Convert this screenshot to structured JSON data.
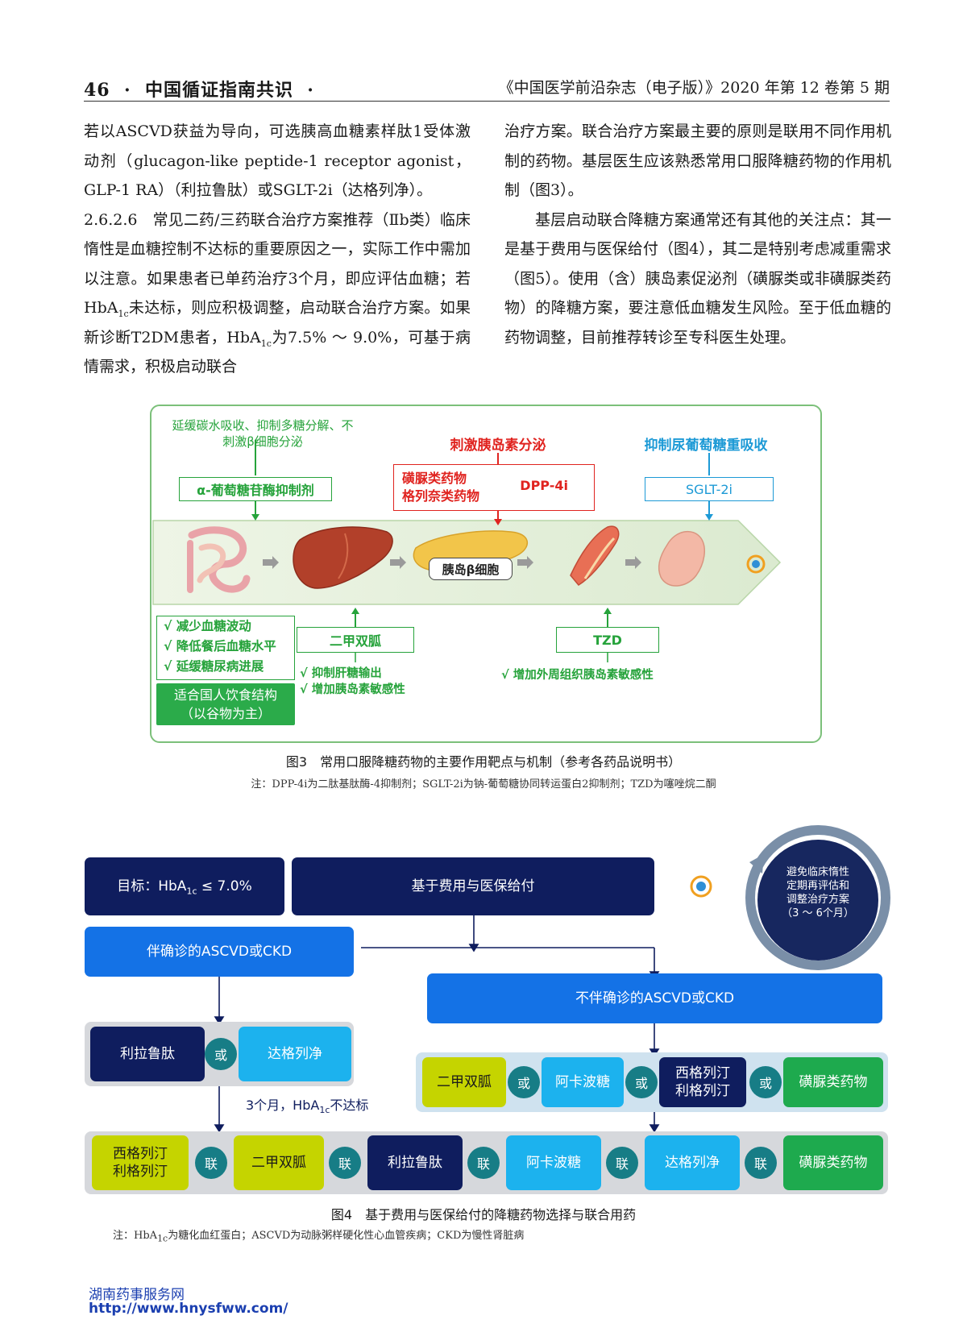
{
  "header": {
    "page_number": "46",
    "section": "中国循证指南共识",
    "journal": "《中国医学前沿杂志（电子版）》2020 年第 12 卷第 5 期"
  },
  "body": {
    "left": {
      "p1": "若以ASCVD获益为导向，可选胰高血糖素样肽1受体激动剂（glucagon-like peptide-1 receptor agonist，GLP-1 RA）（利拉鲁肽）或SGLT-2i（达格列净）。",
      "p2_a": "2.6.2.6　常见二药/三药联合治疗方案推荐（Ⅱb类）临床惰性是血糖控制不达标的重要原因之一，实际工作中需加以注意。如果患者已单药治疗3个月，即应评估血糖；若HbA",
      "p2_sub1": "1c",
      "p2_b": "未达标，则应积极调整，启动联合治疗方案。如果新诊断T2DM患者，HbA",
      "p2_sub2": "1c",
      "p2_c": "为7.5% ～ 9.0%，可基于病情需求，积极启动联合"
    },
    "right": {
      "p1": "治疗方案。联合治疗方案最主要的原则是联用不同作用机制的药物。基层医生应该熟悉常用口服降糖药物的作用机制（图3）。",
      "p2": "基层启动联合降糖方案通常还有其他的关注点：其一是基于费用与医保给付（图4），其二是特别考虑减重需求（图5）。使用（含）胰岛素促泌剂（磺脲类或非磺脲类药物）的降糖方案，要注意低血糖发生风险。至于低血糖的药物调整，目前推荐转诊至专科医生处理。"
    }
  },
  "figure3": {
    "alpha_note": "延缓碳水吸收、抑制多糖分解、不刺激β细胞分泌",
    "alpha_box": "α-葡萄糖苷酶抑制剂",
    "red_head": "刺激胰岛素分泌",
    "red_box_line1": "磺脲类药物",
    "red_box_line2": "格列奈类药物",
    "red_box_right": "DPP-4i",
    "blue_head": "抑制尿葡萄糖重吸收",
    "sglt_box": "SGLT-2i",
    "organ_label": "胰岛β细胞",
    "check1": "√ 减少血糖波动",
    "check2": "√ 降低餐后血糖水平",
    "check3": "√ 延缓糖尿病进展",
    "diet_line1": "适合国人饮食结构",
    "diet_line2": "（以谷物为主）",
    "metformin_box": "二甲双胍",
    "met_note1": "√ 抑制肝糖输出",
    "met_note2": "√ 增加胰岛素敏感性",
    "tzd_box": "TZD",
    "tzd_note": "√ 增加外周组织胰岛素敏感性",
    "caption": "图3　常用口服降糖药物的主要作用靶点与机制（参考各药品说明书）",
    "note": "注：DPP-4i为二肽基肽酶-4抑制剂；SGLT-2i为钠-葡萄糖协同转运蛋白2抑制剂；TZD为噻唑烷二酮"
  },
  "figure4": {
    "goal_prefix": "目标：HbA",
    "goal_sub": "1c",
    "goal_suffix": " ≤ 7.0%",
    "cost": "基于费用与医保给付",
    "cycle_line1": "避免临床惰性",
    "cycle_line2": "定期再评估和",
    "cycle_line3": "调整治疗方案",
    "cycle_line4": "（3 ～ 6个月）",
    "with_ascvd": "伴确诊的ASCVD或CKD",
    "without_ascvd": "不伴确诊的ASCVD或CKD",
    "liraglutide": "利拉鲁肽",
    "or": "或",
    "dapagliflozin": "达格列净",
    "metformin": "二甲双胍",
    "acarbose": "阿卡波糖",
    "sita_line1": "西格列汀",
    "sita_line2": "利格列汀",
    "sulfonylurea": "磺脲类药物",
    "months_prefix": "3个月，HbA",
    "months_sub": "1c",
    "months_suffix": "不达标",
    "combine": "联",
    "caption": "图4　基于费用与医保给付的降糖药物选择与联合用药",
    "note_prefix": "注：HbA",
    "note_sub": "1c",
    "note_suffix": "为糖化血红蛋白；ASCVD为动脉粥样硬化性心血管疾病；CKD为慢性肾脏病"
  },
  "footer": {
    "site_name": "湖南药事服务网",
    "url": "http://www.hnysfww.com/"
  }
}
